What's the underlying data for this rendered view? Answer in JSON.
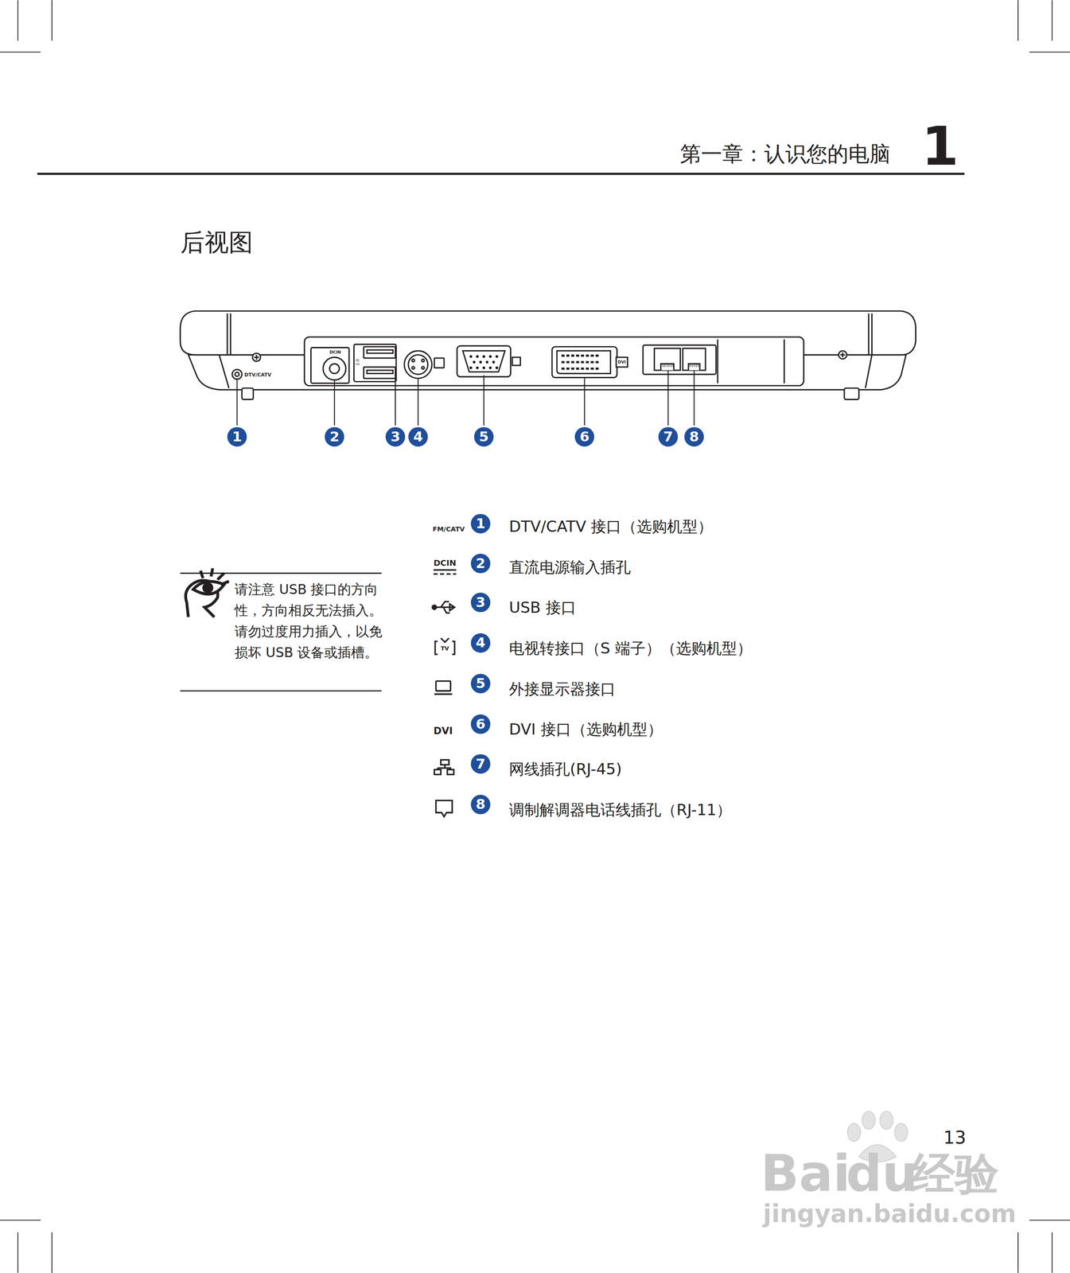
{
  "diagram": {
    "title": "后视图",
    "labels": [
      "第一章：认识您的电脑",
      "1",
      "DTV/CATV",
      "DCIN",
      "2.0",
      "DVI",
      "1",
      "2",
      "3",
      "4",
      "5",
      "6",
      "7",
      "8",
      "FM/CATV",
      "1",
      "DTV/CATV 接口（选购机型）",
      "DCIN",
      "2",
      "直流电源输入插孔",
      "3",
      "USB 接口",
      "TV",
      "4",
      "电视转接口（S 端子）（选购机型）",
      "5",
      "外接显示器接口",
      "DVI",
      "6",
      "DVI 接口（选购机型）",
      "7",
      "网线插孔(RJ-45)",
      "8",
      "调制解调器电话线插孔（RJ-11）",
      "请注意 USB 接口的方向性，方向相反无法插入。请勿过度用力插入，以免损坏 USB 设备或插槽。",
      "13",
      "Bai",
      "du",
      "经验",
      "jingyan.baidu.com"
    ]
  }
}
